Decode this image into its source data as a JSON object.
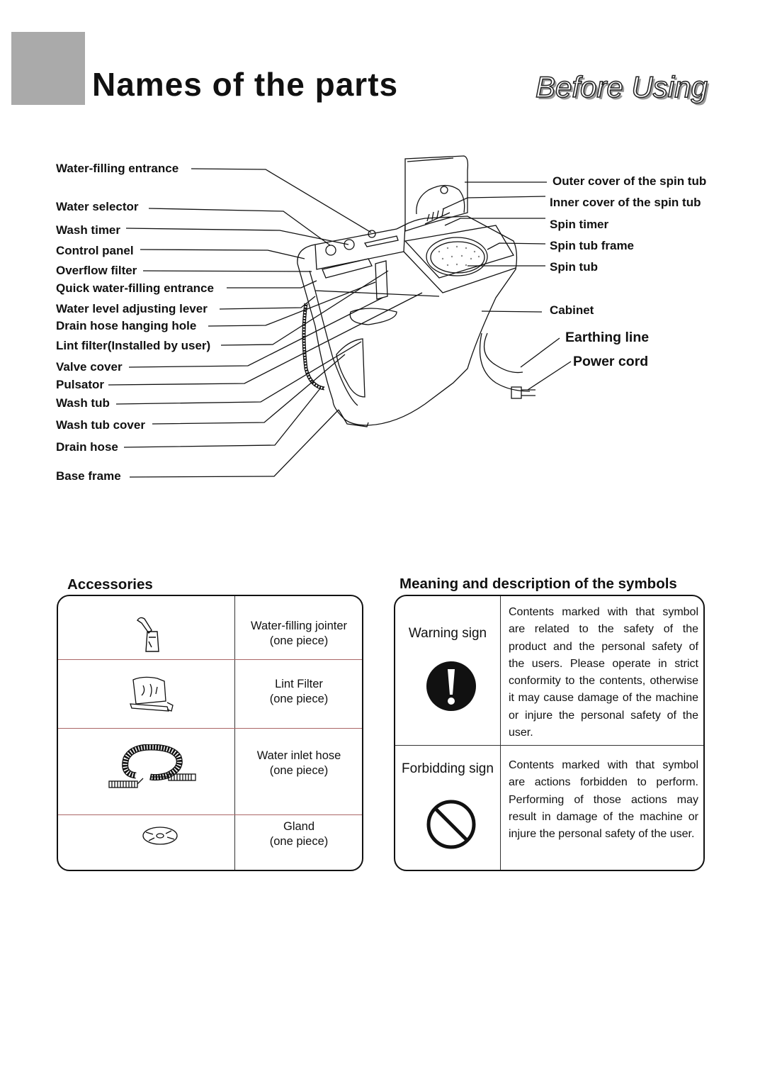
{
  "header": {
    "title": "Names of  the parts",
    "section": "Before Using"
  },
  "parts_left": [
    "Water-filling entrance",
    "Water selector",
    "Wash timer",
    "Control panel",
    "Overflow filter",
    "Quick water-filling entrance",
    "Water level adjusting lever",
    "Drain hose hanging hole",
    "Lint filter(Installed by user)",
    "Valve cover",
    "Pulsator",
    "Wash tub",
    "Wash tub cover",
    "Drain hose",
    "Base frame"
  ],
  "parts_right": [
    "Outer cover of the spin tub",
    "Inner cover of the spin tub",
    "Spin timer",
    "Spin tub frame",
    "Spin tub",
    "Cabinet",
    "Earthing line",
    "Power cord"
  ],
  "accessories": {
    "heading": "Accessories",
    "items": [
      {
        "name": "Water-filling jointer",
        "qty": "(one piece)",
        "icon": "water-filling-jointer-icon"
      },
      {
        "name": "Lint Filter",
        "qty": "(one piece)",
        "icon": "lint-filter-icon"
      },
      {
        "name": "Water inlet hose",
        "qty": "(one piece)",
        "icon": "water-inlet-hose-icon"
      },
      {
        "name": "Gland",
        "qty": "(one piece)",
        "icon": "gland-icon"
      }
    ]
  },
  "symbols": {
    "heading": "Meaning and description of the symbols",
    "items": [
      {
        "name": "Warning sign",
        "icon": "warning-exclamation-icon",
        "description": "Contents marked with that symbol are related to the safety of the product and the personal safety of the users. Please operate in strict conformity to the contents, otherwise it may cause damage of the machine or injure the personal safety of the user."
      },
      {
        "name": "Forbidding sign",
        "icon": "prohibition-icon",
        "description": "Contents marked with that symbol are actions forbidden to perform. Performing of those actions may result in damage of the machine or injure the personal safety of the user."
      }
    ]
  },
  "colors": {
    "header_square": "#aaaaaa",
    "row_divider": "#aa6666"
  }
}
